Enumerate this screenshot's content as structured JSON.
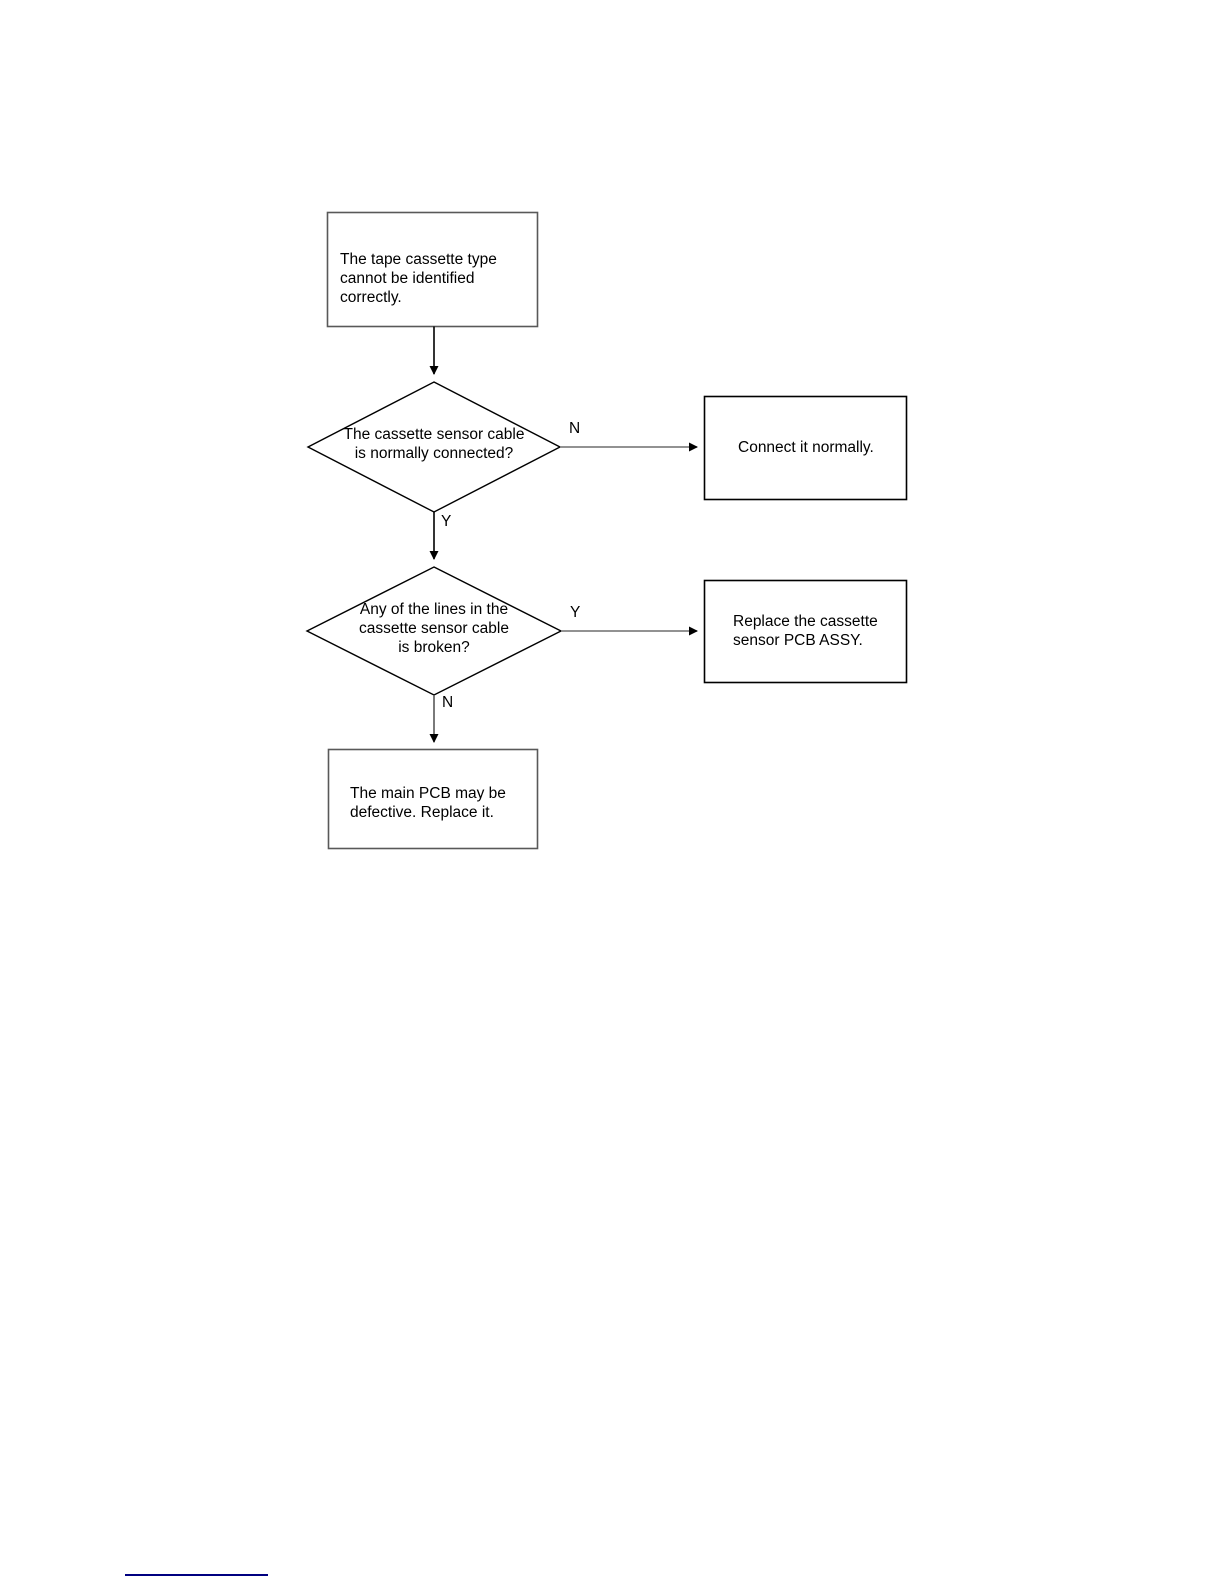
{
  "document": {
    "type": "troubleshooting-flowchart",
    "page_background": "#ffffff",
    "line_color": "#000000",
    "footnote_rule_color": "#000080"
  },
  "flowchart": {
    "nodes": [
      {
        "id": "start",
        "shape": "rectangle",
        "text": "The tape cassette type\ncannot be identified correctly."
      },
      {
        "id": "decision-1",
        "shape": "diamond",
        "text": "The cassette sensor cable\nis normally connected?"
      },
      {
        "id": "action-connect",
        "shape": "rectangle",
        "text": "Connect it normally."
      },
      {
        "id": "decision-2",
        "shape": "diamond",
        "text": "Any of the lines in the\ncassette sensor cable\nis broken?"
      },
      {
        "id": "action-replace",
        "shape": "rectangle",
        "text": "Replace the cassette\nsensor PCB ASSY."
      },
      {
        "id": "end",
        "shape": "rectangle",
        "text": "The main PCB may be\ndefective.  Replace it."
      }
    ],
    "branch_labels": {
      "decision_1_no": "N",
      "decision_1_yes": "Y",
      "decision_2_yes": "Y",
      "decision_2_no": "N"
    },
    "edges": [
      {
        "from": "start",
        "to": "decision-1",
        "label": "",
        "direction": "down"
      },
      {
        "from": "decision-1",
        "to": "action-connect",
        "label": "N",
        "direction": "right"
      },
      {
        "from": "decision-1",
        "to": "decision-2",
        "label": "Y",
        "direction": "down"
      },
      {
        "from": "decision-2",
        "to": "action-replace",
        "label": "Y",
        "direction": "right"
      },
      {
        "from": "decision-2",
        "to": "end",
        "label": "N",
        "direction": "down"
      }
    ]
  }
}
